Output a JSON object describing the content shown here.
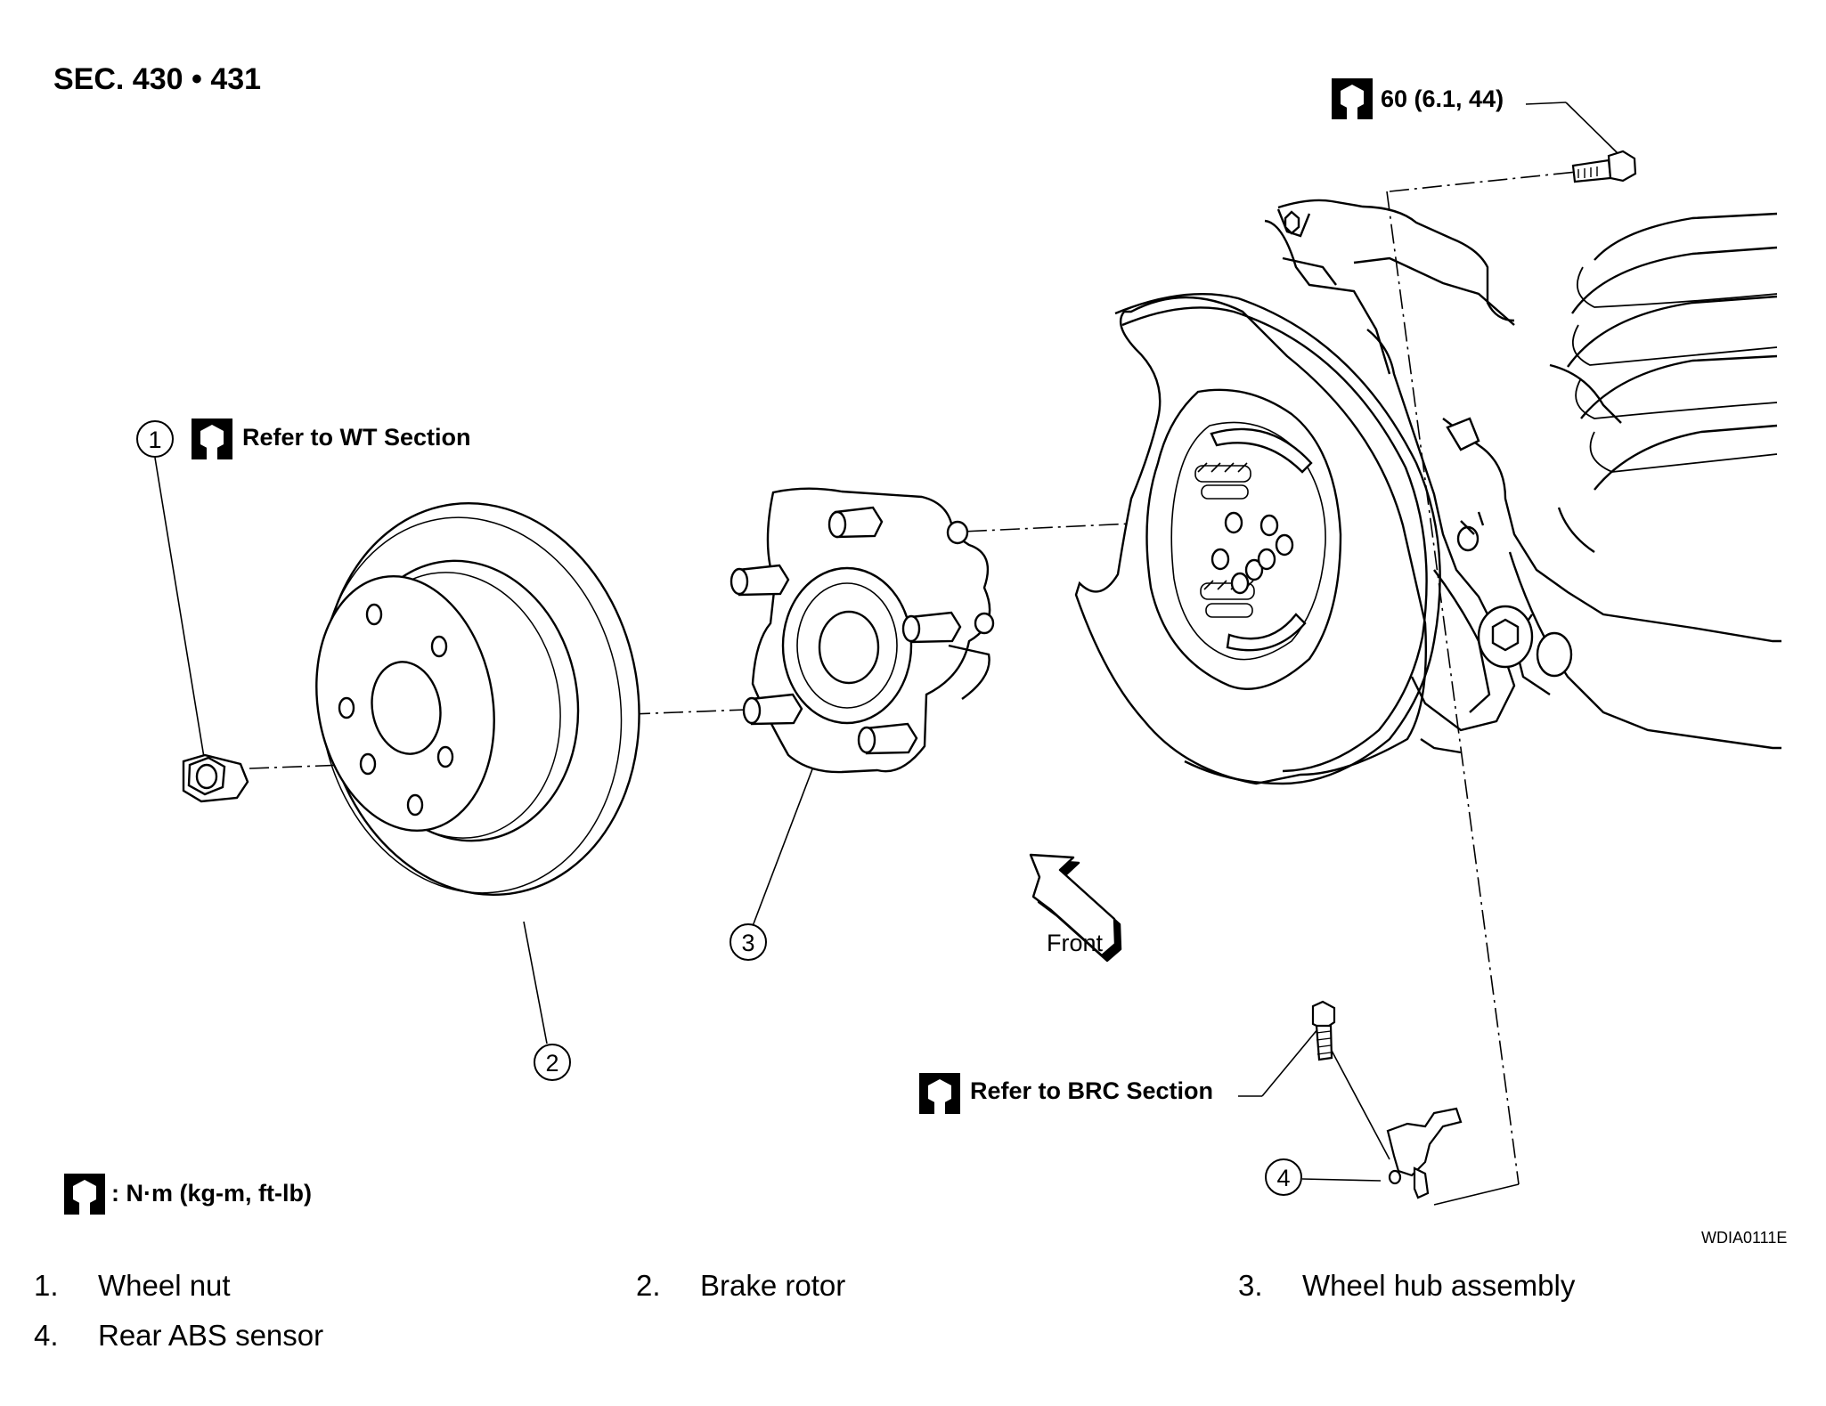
{
  "section_title": "SEC. 430 • 431",
  "torque_top": "60 (6.1, 44)",
  "torque_wt": "Refer to WT Section",
  "torque_brc": "Refer to BRC Section",
  "torque_unit_legend": ": N·m (kg-m, ft-lb)",
  "front_label": "Front",
  "figure_code": "WDIA0111E",
  "callouts": [
    "1",
    "2",
    "3",
    "4"
  ],
  "legend": [
    {
      "num": "1.",
      "text": "Wheel nut"
    },
    {
      "num": "2.",
      "text": "Brake rotor"
    },
    {
      "num": "3.",
      "text": "Wheel hub assembly"
    },
    {
      "num": "4.",
      "text": "Rear ABS sensor"
    }
  ],
  "icons": [
    "torque-wrench-icon",
    "front-direction-arrow-icon"
  ]
}
